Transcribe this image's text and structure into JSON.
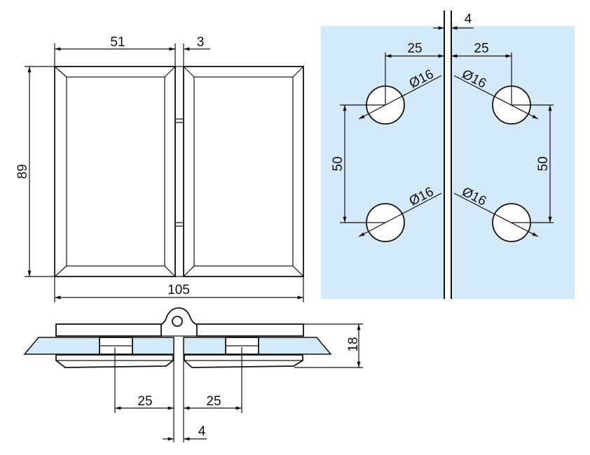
{
  "title": "Glass-to-glass hinge dimension drawing",
  "colors": {
    "glass": "#d4eaf9",
    "line": "#111111",
    "background": "#ffffff"
  },
  "front_view": {
    "width_plate": "51",
    "gap_hinge": "3",
    "height": "89",
    "total_width": "105"
  },
  "glass_view": {
    "gap": "4",
    "offset_left": "25",
    "offset_right": "25",
    "hole_spacing_left": "50",
    "hole_spacing_right": "50",
    "hole_diameters": [
      "Ø16",
      "Ø16",
      "Ø16",
      "Ø16"
    ]
  },
  "section_view": {
    "thickness": "18",
    "offset_left": "25",
    "offset_right": "25",
    "gap": "4"
  }
}
